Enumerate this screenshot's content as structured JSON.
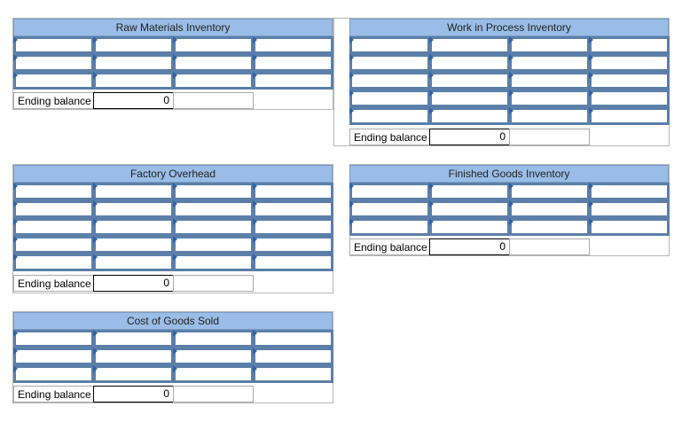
{
  "accounts": {
    "raw_materials": {
      "title": "Raw Materials Inventory",
      "ending_label": "Ending balance",
      "ending_value": "0"
    },
    "work_in_process": {
      "title": "Work in Process Inventory",
      "ending_label": "Ending balance",
      "ending_value": "0"
    },
    "factory_overhead": {
      "title": "Factory Overhead",
      "ending_label": "Ending balance",
      "ending_value": "0"
    },
    "finished_goods": {
      "title": "Finished Goods Inventory",
      "ending_label": "Ending balance",
      "ending_value": "0"
    },
    "cogs": {
      "title": "Cost of Goods Sold",
      "ending_label": "Ending balance",
      "ending_value": "0"
    }
  },
  "colors": {
    "header_bg": "#99bde6",
    "input_border": "#5b7fa8",
    "marker": "#2a64b0"
  }
}
